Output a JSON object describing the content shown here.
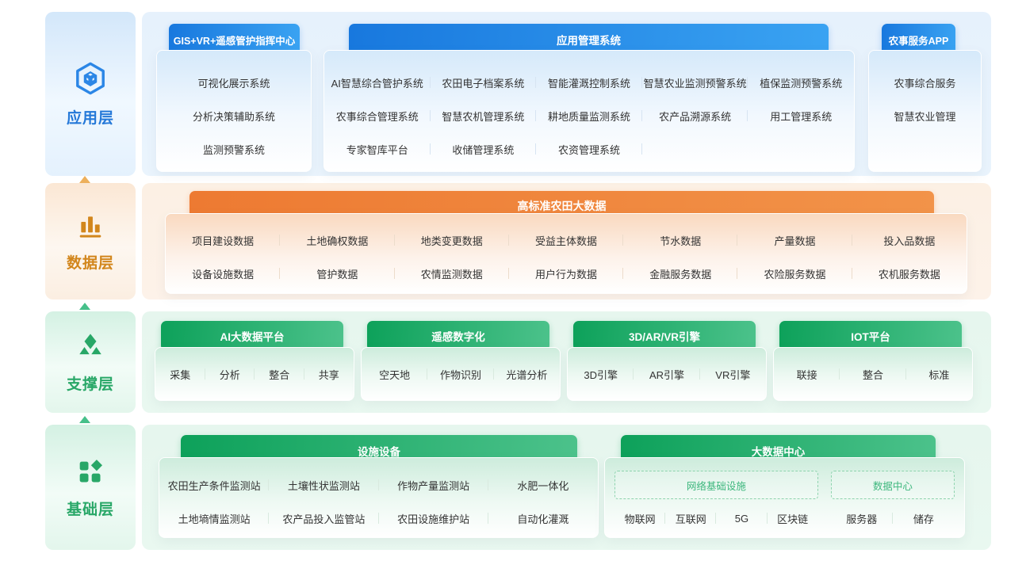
{
  "sidebar": {
    "layers": [
      {
        "label": "应用层",
        "icon": "app-cube-icon"
      },
      {
        "label": "数据层",
        "icon": "data-bars-icon"
      },
      {
        "label": "支撑层",
        "icon": "support-diamond-icon"
      },
      {
        "label": "基础层",
        "icon": "foundation-blocks-icon"
      }
    ]
  },
  "application_layer": {
    "command_center": {
      "title": "GIS+VR+遥感管护指挥中心",
      "items": [
        "可视化展示系统",
        "分析决策辅助系统",
        "监测预警系统"
      ]
    },
    "management_system": {
      "title": "应用管理系统",
      "rows": [
        [
          "AI智慧综合管护系统",
          "农田电子档案系统",
          "智能灌溉控制系统",
          "智慧农业监测预警系统",
          "植保监测预警系统"
        ],
        [
          "农事综合管理系统",
          "智慧农机管理系统",
          "耕地质量监测系统",
          "农产品溯源系统",
          "用工管理系统"
        ],
        [
          "专家智库平台",
          "收储管理系统",
          "农资管理系统"
        ]
      ]
    },
    "farming_app": {
      "title": "农事服务APP",
      "items": [
        "农事综合服务",
        "智慧农业管理"
      ]
    }
  },
  "data_layer": {
    "title": "高标准农田大数据",
    "rows": [
      [
        "项目建设数据",
        "土地确权数据",
        "地类变更数据",
        "受益主体数据",
        "节水数据",
        "产量数据",
        "投入品数据"
      ],
      [
        "设备设施数据",
        "管护数据",
        "农情监测数据",
        "用户行为数据",
        "金融服务数据",
        "农险服务数据",
        "农机服务数据"
      ]
    ]
  },
  "support_layer": {
    "cards": [
      {
        "title": "AI大数据平台",
        "items": [
          "采集",
          "分析",
          "整合",
          "共享"
        ]
      },
      {
        "title": "遥感数字化",
        "items": [
          "空天地",
          "作物识别",
          "光谱分析"
        ]
      },
      {
        "title": "3D/AR/VR引擎",
        "items": [
          "3D引擎",
          "AR引擎",
          "VR引擎"
        ]
      },
      {
        "title": "IOT平台",
        "items": [
          "联接",
          "整合",
          "标准"
        ]
      }
    ]
  },
  "foundation_layer": {
    "facilities": {
      "title": "设施设备",
      "rows": [
        [
          "农田生产条件监测站",
          "土壤性状监测站",
          "作物产量监测站",
          "水肥一体化"
        ],
        [
          "土地墒情监测站",
          "农产品投入监管站",
          "农田设施维护站",
          "自动化灌溉"
        ]
      ]
    },
    "bigdata_center": {
      "title": "大数据中心",
      "groups": [
        {
          "label": "网络基础设施",
          "items": [
            "物联网",
            "互联网",
            "5G",
            "区块链"
          ]
        },
        {
          "label": "数据中心",
          "items": [
            "服务器",
            "储存"
          ]
        }
      ]
    }
  },
  "colors": {
    "blue_accent": "#2287e8",
    "orange_accent": "#ee7f38",
    "green_accent": "#1ca863",
    "sidebar_blue_text": "#2478d8",
    "sidebar_orange_text": "#d2861c",
    "sidebar_green_text": "#28a767"
  }
}
